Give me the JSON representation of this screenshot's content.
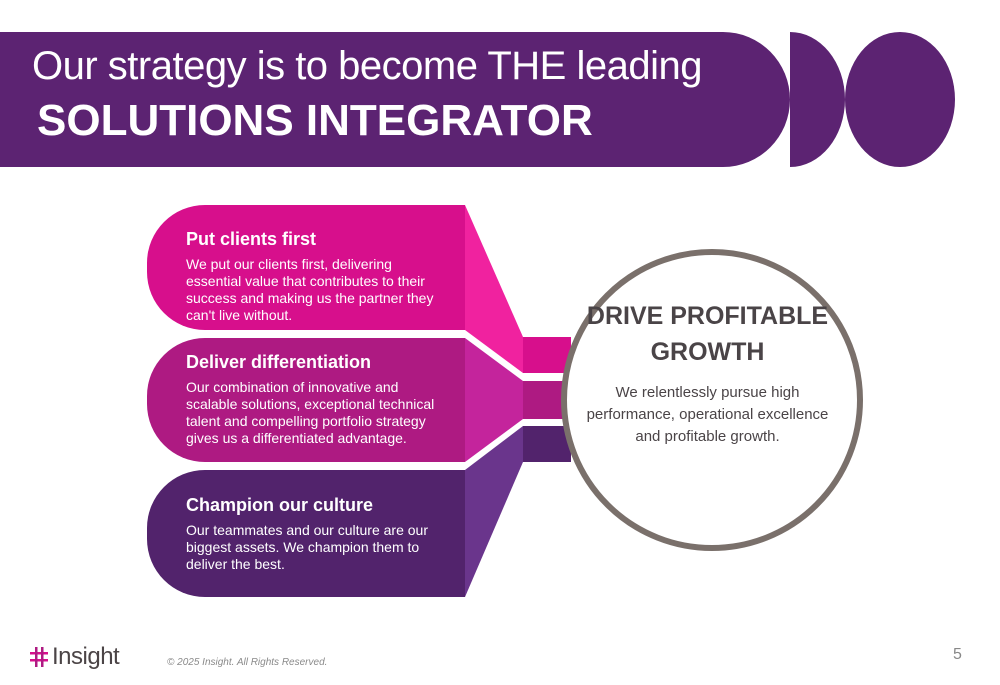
{
  "header": {
    "title_line1": "Our strategy is to become THE leading",
    "title_line2": "SOLUTIONS INTEGRATOR"
  },
  "pillars": [
    {
      "heading": "Put clients first",
      "body": "We put our clients first, delivering essential value that contributes to their success and making us the partner they can't live without."
    },
    {
      "heading": "Deliver differentiation",
      "body": "Our combination of innovative and scalable solutions, exceptional technical talent and compelling portfolio strategy gives us a differentiated advantage."
    },
    {
      "heading": "Champion our culture",
      "body": "Our teammates and our culture are our biggest assets. We champion them to deliver the best."
    }
  ],
  "goal": {
    "heading": "DRIVE PROFITABLE GROWTH",
    "body": "We relentlessly pursue high performance, operational excellence and profitable growth."
  },
  "footer": {
    "logo_text": "Insight",
    "copyright": "© 2025 Insight. All Rights Reserved.",
    "page_number": "5"
  },
  "colors": {
    "purple": "#5c2372",
    "magenta": "#d70f8c",
    "pink": "#f0229f",
    "plum": "#ae1a82",
    "orchid": "#c4249c",
    "violet": "#52236c",
    "lavender": "#6a358c",
    "ring": "#7a706b"
  }
}
